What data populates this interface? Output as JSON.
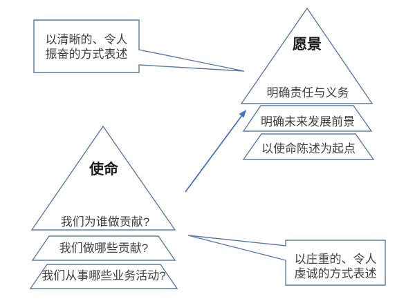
{
  "colors": {
    "outline": "#5b79a8",
    "arrow": "#4472c4",
    "title_text": "#1a1a1a",
    "body_text": "#404040",
    "background": "#ffffff"
  },
  "diagram": {
    "vision": {
      "title": "愿景",
      "levels": [
        "明确责任与义务",
        "明确未来发展前景",
        "以使命陈述为起点"
      ]
    },
    "mission": {
      "title": "使命",
      "levels": [
        "我们为谁做贡献?",
        "我们做哪些贡献?",
        "我们从事哪些业务活动?"
      ]
    },
    "callout_vision": {
      "line1": "以清晰的、令人",
      "line2": "振奋的方式表述"
    },
    "callout_mission": {
      "line1": "以庄重的、令人",
      "line2": "虔诚的方式表述"
    }
  }
}
